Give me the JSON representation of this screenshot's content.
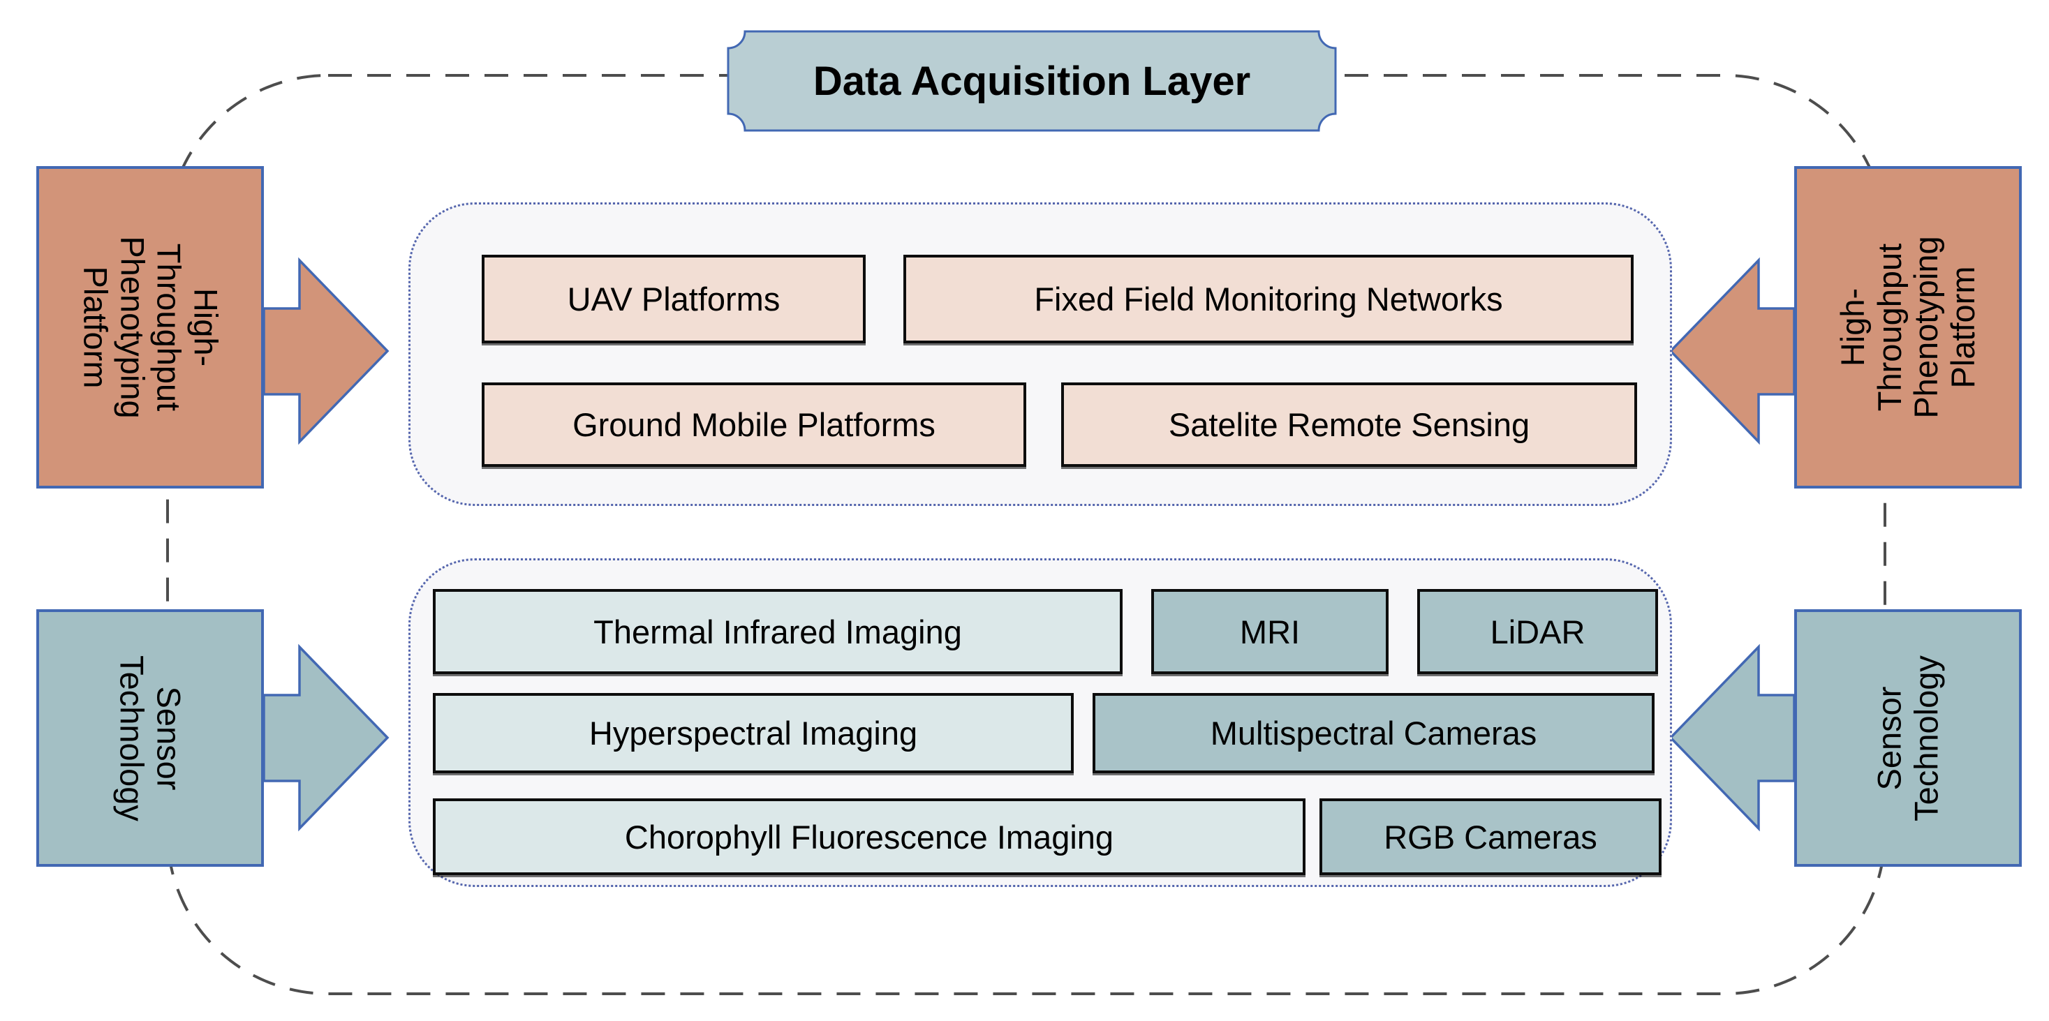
{
  "title": {
    "label": "Data Acquisition Layer"
  },
  "side_panels": {
    "left_top": {
      "label": "High-Throughput\nPhenotyping\nPlatform"
    },
    "right_top": {
      "label": "High-Throughput\nPhenotyping\nPlatform"
    },
    "left_bottom": {
      "label": "Sensor\nTechnology"
    },
    "right_bottom": {
      "label": "Sensor\nTechnology"
    }
  },
  "platform_group": {
    "items": [
      {
        "label": "UAV Platforms"
      },
      {
        "label": "Fixed Field Monitoring Networks"
      },
      {
        "label": "Ground Mobile Platforms"
      },
      {
        "label": "Satelite Remote Sensing"
      }
    ]
  },
  "sensor_group": {
    "items": [
      {
        "label": "Thermal Infrared Imaging"
      },
      {
        "label": "MRI"
      },
      {
        "label": "LiDAR"
      },
      {
        "label": "Hyperspectral Imaging"
      },
      {
        "label": "Multispectral Cameras"
      },
      {
        "label": "Chorophyll Fluorescence Imaging"
      },
      {
        "label": "RGB Cameras"
      }
    ]
  },
  "colors": {
    "accent": "#4268b3",
    "dash": "#4d4d4d",
    "dots": "#5465ad",
    "banner": "#b9ced3",
    "orange": "#d29479",
    "pink": "#f2ded4",
    "teal": "#a3bfc4",
    "teal_dark": "#a9c3c8",
    "teal_light": "#dce8e9",
    "group_bg": "#f7f7f9"
  }
}
